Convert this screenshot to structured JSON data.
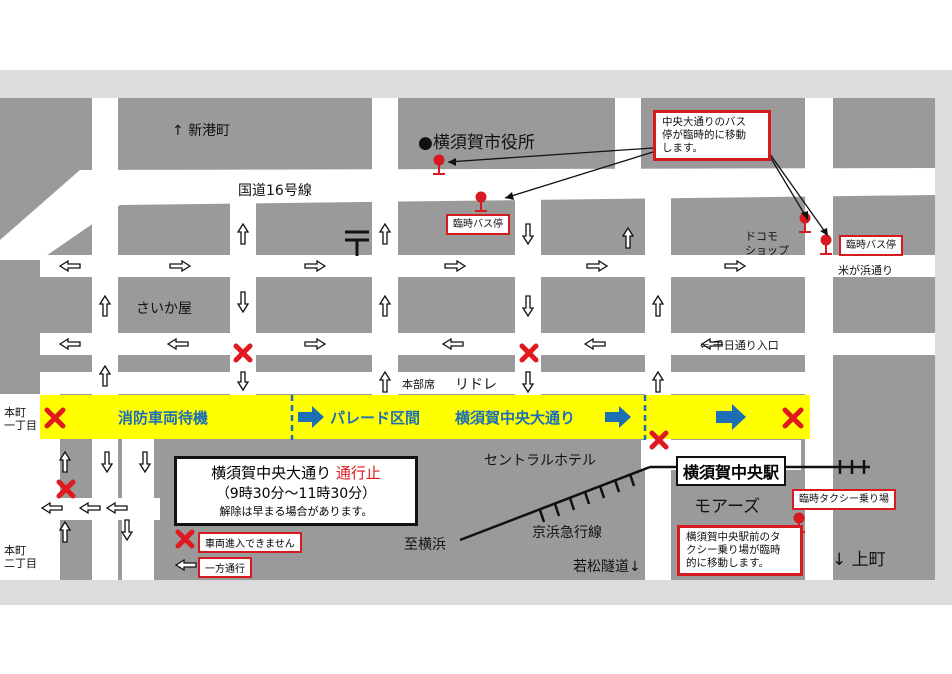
{
  "labels": {
    "shinkocho": "↑ 新港町",
    "city_hall": "●横須賀市役所",
    "route16": "国道16号線",
    "saikaya": "さいか屋",
    "docomo": "ドコモ\nショップ",
    "docomo_l1": "ドコモ",
    "docomo_l2": "ショップ",
    "yonegahama": "米が浜通り",
    "senbichi": "⇐ 千日通り入口",
    "honbuseki": "本部席",
    "lidre": "リドレ",
    "motomachi1_l1": "本町",
    "motomachi1_l2": "一丁目",
    "motomachi2_l1": "本町",
    "motomachi2_l2": "二丁目",
    "central_hotel": "セントラルホテル",
    "station": "横須賀中央駅",
    "mores": "モアーズ",
    "keikyu": "京浜急行線",
    "to_yokohama": "至横浜",
    "wakamatsu": "若松隧道↓",
    "uwamachi": "↓ 上町"
  },
  "yellow_band": {
    "fire_trucks": "消防車両待機",
    "parade": "パレード区間",
    "avenue": "横須賀中央大通り",
    "color": "#ffff00"
  },
  "callouts": {
    "bus_move_l1": "中央大通りのバス",
    "bus_move_l2": "停が臨時的に移動",
    "bus_move_l3": "します。",
    "temp_bus_stop_1": "臨時バス停",
    "temp_bus_stop_2": "臨時バス停",
    "temp_taxi": "臨時タクシー乗り場",
    "taxi_move_l1": "横須賀中央駅前のタ",
    "taxi_move_l2": "クシー乗り場が臨時",
    "taxi_move_l3": "的に移動します。"
  },
  "notice": {
    "title_prefix": "横須賀中央大通り ",
    "title_closed": "通行止",
    "hours": "（9時30分～11時30分）",
    "note": "解除は早まる場合があります。"
  },
  "legend": {
    "no_entry": "車両進入できません",
    "one_way": "一方通行"
  },
  "colors": {
    "road_bg": "#9a9a9a",
    "road": "#ffffff",
    "accent_red": "#e0191f",
    "arrow_blue": "#1c6fb5"
  },
  "icons": [
    "post-office-icon",
    "bus-stop-icon",
    "no-entry-icon",
    "one-way-arrow-icon",
    "railway-icon"
  ]
}
